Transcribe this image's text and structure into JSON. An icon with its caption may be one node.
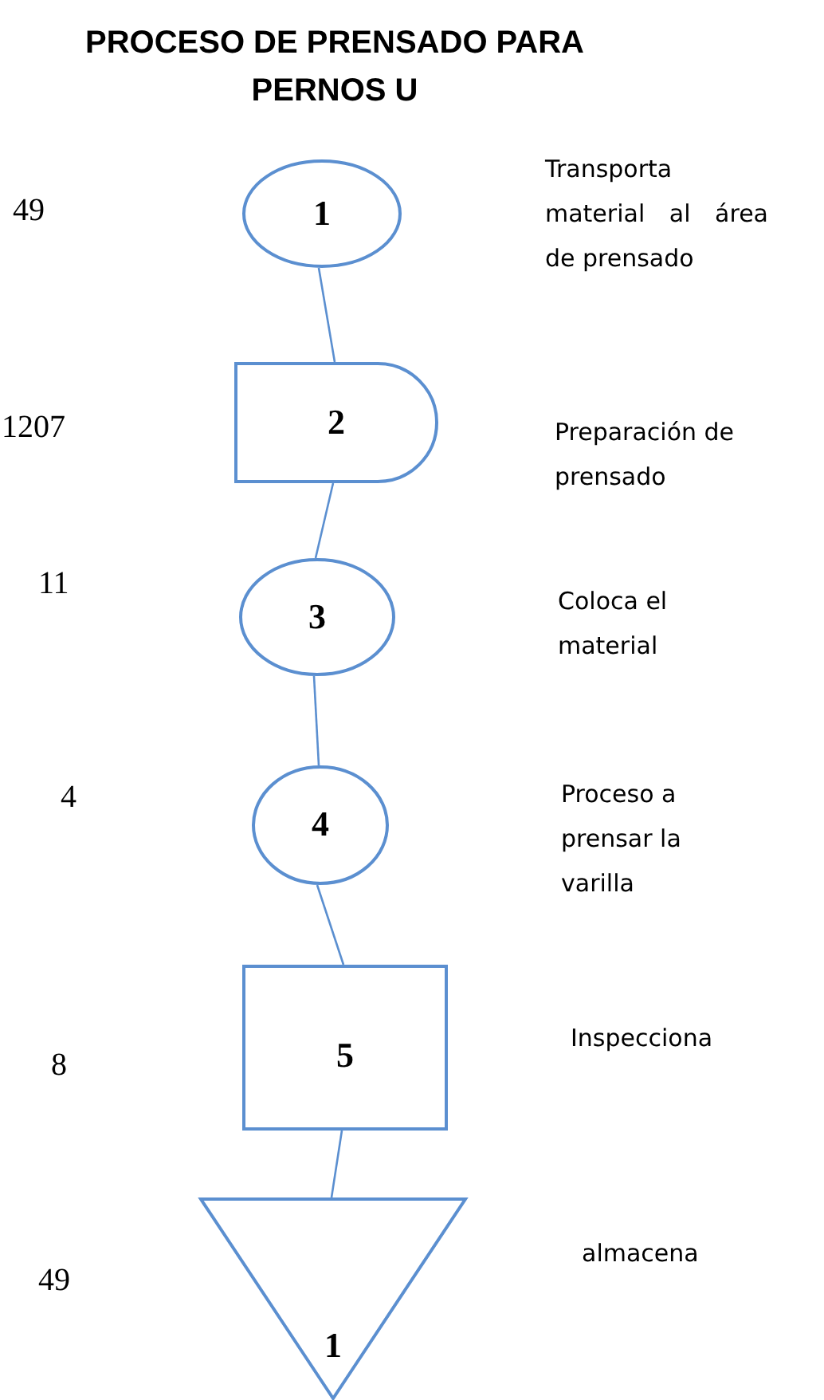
{
  "diagram": {
    "title": "PROCESO DE PRENSADO PARA PERNOS U",
    "nodes": [
      {
        "text": [
          "1"
        ]
      },
      {
        "text": [
          "2"
        ]
      },
      {
        "text": [
          "3"
        ]
      },
      {
        "text": [
          "4"
        ]
      },
      {
        "text": [
          "5"
        ]
      },
      {
        "text": [
          "1"
        ]
      }
    ],
    "edges": [
      {
        "from": 0,
        "to": 1,
        "arrow": "none"
      },
      {
        "from": 1,
        "to": 2,
        "arrow": "none"
      },
      {
        "from": 2,
        "to": 3,
        "arrow": "none"
      },
      {
        "from": 3,
        "to": 4,
        "arrow": "none"
      },
      {
        "from": 4,
        "to": 5,
        "arrow": "none"
      }
    ],
    "labels": [
      "49",
      "Transporta material al área de prensado",
      "1207",
      "Preparación de prensado",
      "11",
      "Coloca el material",
      "4",
      "Proceso a prensar la varilla",
      "8",
      "Inspecciona",
      "49",
      "almacena"
    ]
  }
}
